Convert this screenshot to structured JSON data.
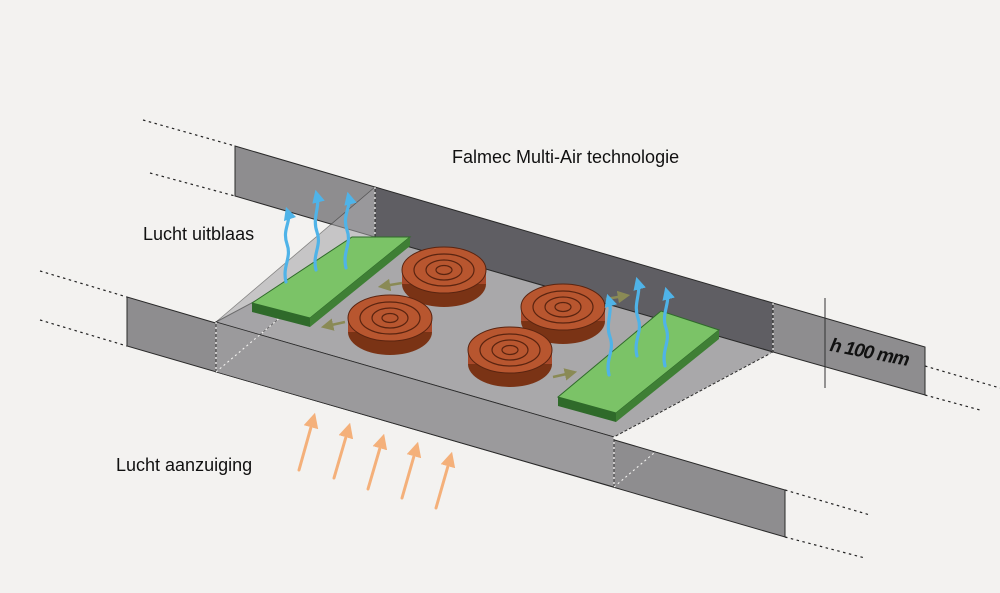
{
  "title": "Falmec Multi-Air technologie",
  "labels": {
    "air_outlet": "Lucht uitblaas",
    "air_intake": "Lucht aanzuiging",
    "height": "h 100 mm"
  },
  "colors": {
    "background": "#f3f2f0",
    "frame_panel": "#8e8d8f",
    "back_panel": "#5f5e63",
    "hob_surface": "#a9a8aa",
    "filter_green": "#7bc367",
    "filter_green_edge": "#2f6a2a",
    "motor_copper": "#b8562f",
    "motor_copper_dark": "#7a3315",
    "outlet_arrow_blue": "#4fb3e8",
    "intake_arrow_orange": "#f4b07a",
    "flow_arrow_olive": "#8a8a55"
  },
  "icons": {
    "motor": "fan-motor-icon",
    "outlet_arrow": "wavy-up-arrow-icon",
    "intake_arrow": "straight-up-arrow-icon",
    "flow_arrow": "small-flow-arrow-icon"
  },
  "counts": {
    "motors": 4,
    "filters": 2,
    "intake_arrows": 5
  }
}
